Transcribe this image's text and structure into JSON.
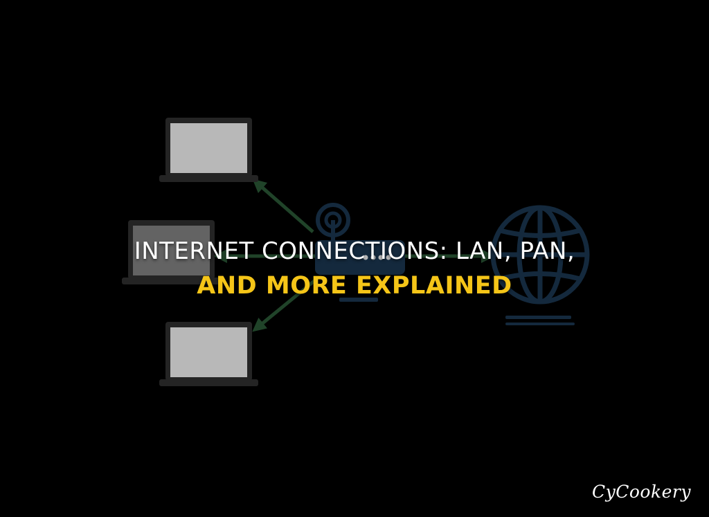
{
  "headline": {
    "line1": "Internet Connections: LAN, PAN,",
    "line2": "and More Explained"
  },
  "brand": {
    "label": "CyCookery"
  },
  "illustration": {
    "laptops": [
      "laptop-top",
      "laptop-middle",
      "laptop-bottom"
    ],
    "connector_color": "#2d5e3a",
    "globe_color": "#1c3a55",
    "router_color": "#1c3a55",
    "laptop_frame_color": "#333333",
    "laptop_screen_color": "#ffffff"
  },
  "colors": {
    "headline_white": "#ffffff",
    "headline_accent": "#f5c518",
    "background": "#000000"
  }
}
